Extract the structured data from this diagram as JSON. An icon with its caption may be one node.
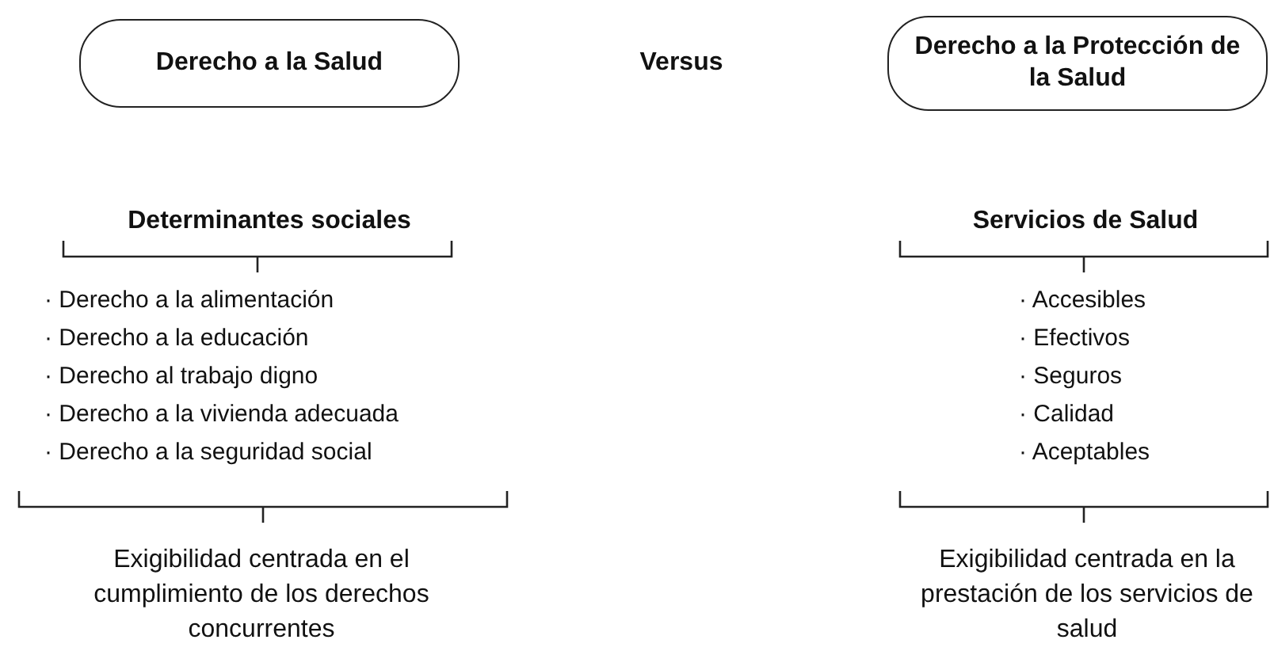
{
  "diagram": {
    "nodes": [
      {
        "text": [
          "Derecho a la Salud"
        ]
      },
      {
        "text": [
          "Derecho a la Protección de la Salud"
        ]
      }
    ],
    "labels": [
      "Versus",
      "Determinantes sociales",
      "· Derecho a la alimentación",
      "· Derecho a la educación",
      "· Derecho al trabajo digno",
      "· Derecho a la vivienda adecuada",
      "· Derecho a la seguridad social",
      "Exigibilidad centrada en el cumplimiento de los derechos concurrentes",
      "Servicios de Salud",
      "· Accesibles",
      "· Efectivos",
      "· Seguros",
      "· Calidad",
      "· Aceptables",
      "Exigibilidad centrada en la prestación de los servicios de salud"
    ]
  }
}
